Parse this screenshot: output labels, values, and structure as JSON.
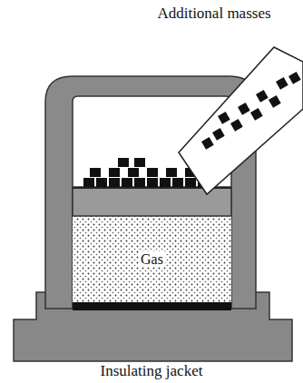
{
  "diagram": {
    "nodes": [
      {
        "text": [
          "Gas"
        ]
      }
    ],
    "labels": [
      "Additional masses",
      "Insulating jacket"
    ]
  }
}
